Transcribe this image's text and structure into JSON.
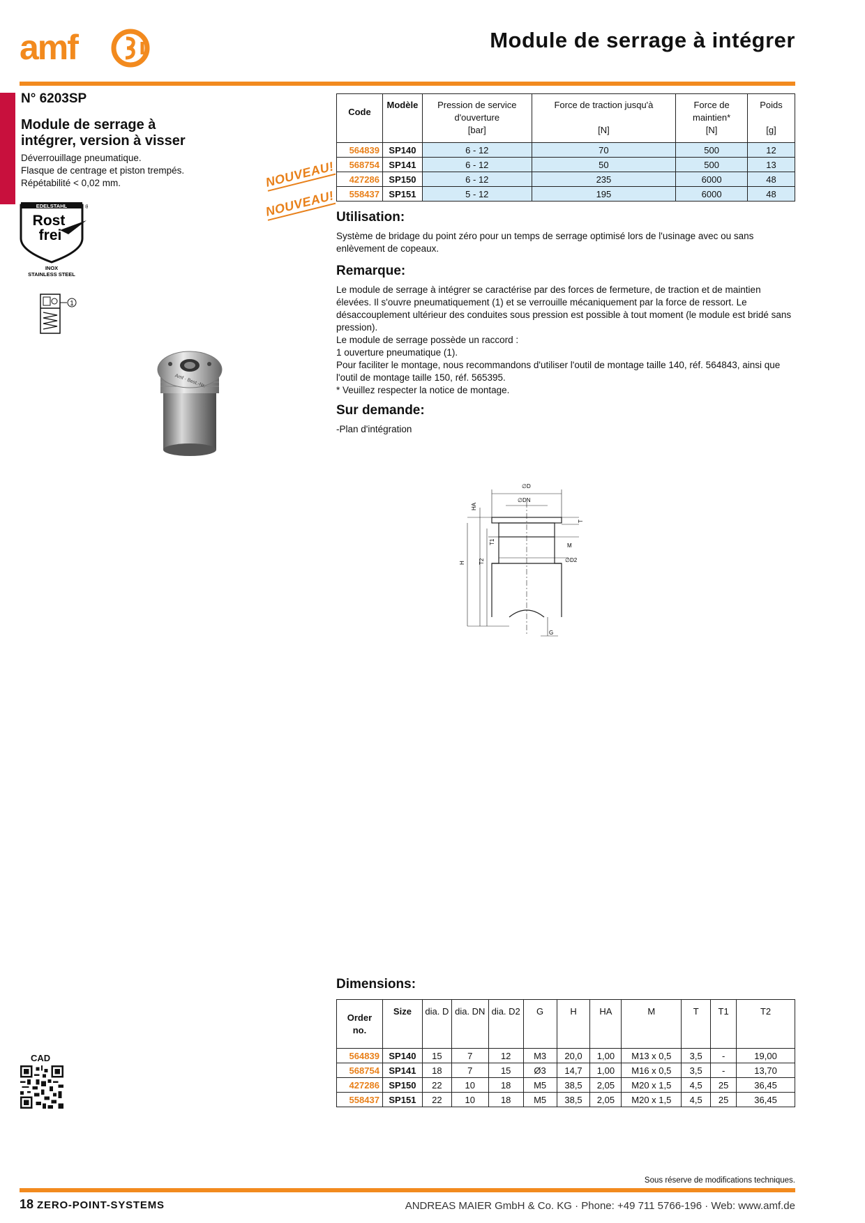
{
  "header": {
    "logo_text": "amf",
    "title": "Module de serrage à intégrer"
  },
  "product": {
    "number": "N° 6203SP",
    "name": "Module de serrage à intégrer, version à visser",
    "features": [
      "Déverrouillage pneumatique.",
      "Flasque de centrage et piston trempés.",
      "Répétabilité < 0,02 mm."
    ],
    "badge": {
      "top": "EDELSTAHL",
      "line1": "Rost",
      "line2": "frei",
      "bottom1": "INOX",
      "bottom2": "STAINLESS STEEL",
      "mark": "®"
    },
    "symbol_label": "1",
    "photo_text": "Amf · Best.-Nr."
  },
  "spec_table": {
    "headers": [
      "Code",
      "Modèle",
      "Pression de service d'ouverture [bar]",
      "Force de traction jusqu'à [N]",
      "Force de maintien* [N]",
      "Poids [g]"
    ],
    "header_lines": {
      "code": "Code",
      "model": "Modèle",
      "pressure_1": "Pression de service",
      "pressure_2": "d'ouverture",
      "pressure_unit": "[bar]",
      "traction": "Force de traction jusqu'à",
      "traction_unit": "[N]",
      "hold_1": "Force de",
      "hold_2": "maintien*",
      "hold_unit": "[N]",
      "weight": "Poids",
      "weight_unit": "[g]"
    },
    "rows": [
      {
        "code": "564839",
        "model": "SP140",
        "pressure": "6 - 12",
        "traction": "70",
        "hold": "500",
        "weight": "12"
      },
      {
        "code": "568754",
        "model": "SP141",
        "pressure": "6 - 12",
        "traction": "50",
        "hold": "500",
        "weight": "13"
      },
      {
        "code": "427286",
        "model": "SP150",
        "pressure": "6 - 12",
        "traction": "235",
        "hold": "6000",
        "weight": "48"
      },
      {
        "code": "558437",
        "model": "SP151",
        "pressure": "5 - 12",
        "traction": "195",
        "hold": "6000",
        "weight": "48"
      }
    ],
    "new_label": "NOUVEAU!"
  },
  "utilisation": {
    "title": "Utilisation:",
    "text": "Système de bridage du point zéro pour un temps de serrage optimisé lors de l'usinage avec ou sans enlèvement de copeaux."
  },
  "remarque": {
    "title": "Remarque:",
    "lines": [
      "Le module de serrage à intégrer se caractérise par des forces de fermeture, de traction et de maintien élevées. Il s'ouvre pneumatiquement (1) et se verrouille mécaniquement par la force de ressort. Le désaccouplement ultérieur des conduites sous pression est possible à tout moment (le module est bridé sans pression).",
      "Le module de serrage possède un raccord :",
      "1 ouverture pneumatique (1).",
      "Pour faciliter le montage, nous recommandons d'utiliser l'outil de montage taille 140, réf. 564843, ainsi que l'outil de montage taille 150, réf. 565395.",
      "* Veuillez respecter la notice de montage."
    ]
  },
  "sur_demande": {
    "title": "Sur demande:",
    "text": "-Plan d'intégration"
  },
  "drawing_labels": {
    "d": "∅D",
    "dn": "∅DN",
    "d2": "∅D2",
    "ha": "HA",
    "t": "T",
    "m": "M",
    "h": "H",
    "t1": "T1",
    "t2": "T2",
    "g": "G"
  },
  "dimensions": {
    "title": "Dimensions:",
    "headers": {
      "order_1": "Order",
      "order_2": "no.",
      "size": "Size",
      "d": "dia. D",
      "dn": "dia. DN",
      "d2": "dia. D2",
      "g": "G",
      "h": "H",
      "ha": "HA",
      "m": "M",
      "t": "T",
      "t1": "T1",
      "t2": "T2"
    },
    "rows": [
      {
        "code": "564839",
        "size": "SP140",
        "d": "15",
        "dn": "7",
        "d2": "12",
        "g": "M3",
        "h": "20,0",
        "ha": "1,00",
        "m": "M13 x 0,5",
        "t": "3,5",
        "t1": "-",
        "t2": "19,00"
      },
      {
        "code": "568754",
        "size": "SP141",
        "d": "18",
        "dn": "7",
        "d2": "15",
        "g": "Ø3",
        "h": "14,7",
        "ha": "1,00",
        "m": "M16 x 0,5",
        "t": "3,5",
        "t1": "-",
        "t2": "13,70"
      },
      {
        "code": "427286",
        "size": "SP150",
        "d": "22",
        "dn": "10",
        "d2": "18",
        "g": "M5",
        "h": "38,5",
        "ha": "2,05",
        "m": "M20 x 1,5",
        "t": "4,5",
        "t1": "25",
        "t2": "36,45"
      },
      {
        "code": "558437",
        "size": "SP151",
        "d": "22",
        "dn": "10",
        "d2": "18",
        "g": "M5",
        "h": "38,5",
        "ha": "2,05",
        "m": "M20 x 1,5",
        "t": "4,5",
        "t1": "25",
        "t2": "36,45"
      }
    ]
  },
  "cad_label": "CAD",
  "footer": {
    "reserve": "Sous réserve de modifications techniques.",
    "page_number": "18",
    "section": "ZERO-POINT-SYSTEMS",
    "company": "ANDREAS MAIER GmbH & Co. KG · Phone: +49 711 5766-196 · Web: www.amf.de"
  },
  "colors": {
    "accent": "#f28a1e",
    "code": "#e8801a",
    "red_bar": "#c8103d",
    "table_blue": "#d4ebf8"
  }
}
